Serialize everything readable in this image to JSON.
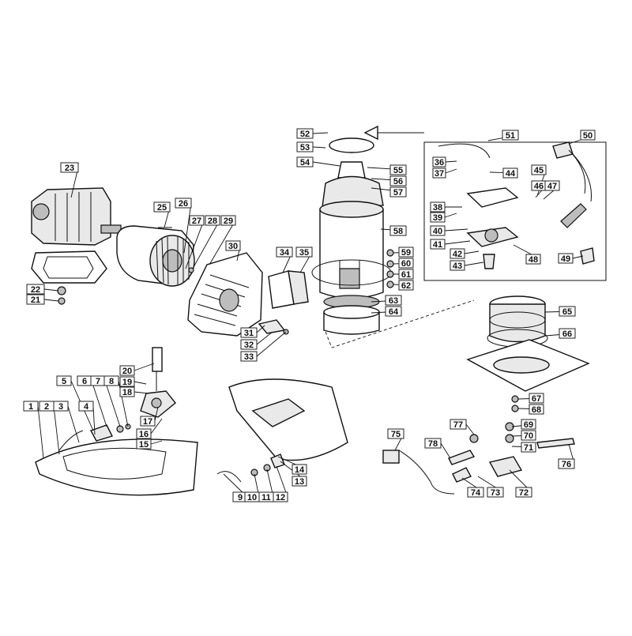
{
  "diagram": {
    "highlight_color": "#f2a46f",
    "highlighted_part": "26",
    "labels": [
      {
        "id": "1",
        "n": "1"
      },
      {
        "id": "2",
        "n": "2"
      },
      {
        "id": "3",
        "n": "3"
      },
      {
        "id": "4",
        "n": "4"
      },
      {
        "id": "5",
        "n": "5"
      },
      {
        "id": "6",
        "n": "6"
      },
      {
        "id": "7",
        "n": "7"
      },
      {
        "id": "8",
        "n": "8"
      },
      {
        "id": "9",
        "n": "9"
      },
      {
        "id": "10",
        "n": "10"
      },
      {
        "id": "11",
        "n": "11"
      },
      {
        "id": "12",
        "n": "12"
      },
      {
        "id": "13",
        "n": "13"
      },
      {
        "id": "14",
        "n": "14"
      },
      {
        "id": "15",
        "n": "15"
      },
      {
        "id": "16",
        "n": "16"
      },
      {
        "id": "17",
        "n": "17"
      },
      {
        "id": "18",
        "n": "18"
      },
      {
        "id": "19",
        "n": "19"
      },
      {
        "id": "20",
        "n": "20"
      },
      {
        "id": "21",
        "n": "21"
      },
      {
        "id": "22",
        "n": "22"
      },
      {
        "id": "23",
        "n": "23"
      },
      {
        "id": "25",
        "n": "25"
      },
      {
        "id": "26",
        "n": "26"
      },
      {
        "id": "27",
        "n": "27"
      },
      {
        "id": "28",
        "n": "28"
      },
      {
        "id": "29",
        "n": "29"
      },
      {
        "id": "30",
        "n": "30"
      },
      {
        "id": "31",
        "n": "31"
      },
      {
        "id": "32",
        "n": "32"
      },
      {
        "id": "33",
        "n": "33"
      },
      {
        "id": "34",
        "n": "34"
      },
      {
        "id": "35",
        "n": "35"
      },
      {
        "id": "36",
        "n": "36"
      },
      {
        "id": "37",
        "n": "37"
      },
      {
        "id": "38",
        "n": "38"
      },
      {
        "id": "39",
        "n": "39"
      },
      {
        "id": "40",
        "n": "40"
      },
      {
        "id": "41",
        "n": "41"
      },
      {
        "id": "42",
        "n": "42"
      },
      {
        "id": "43",
        "n": "43"
      },
      {
        "id": "44",
        "n": "44"
      },
      {
        "id": "45",
        "n": "45"
      },
      {
        "id": "46",
        "n": "46"
      },
      {
        "id": "47",
        "n": "47"
      },
      {
        "id": "48",
        "n": "48"
      },
      {
        "id": "49",
        "n": "49"
      },
      {
        "id": "50",
        "n": "50"
      },
      {
        "id": "51",
        "n": "51"
      },
      {
        "id": "52",
        "n": "52"
      },
      {
        "id": "53",
        "n": "53"
      },
      {
        "id": "54",
        "n": "54"
      },
      {
        "id": "55",
        "n": "55"
      },
      {
        "id": "56",
        "n": "56"
      },
      {
        "id": "57",
        "n": "57"
      },
      {
        "id": "58",
        "n": "58"
      },
      {
        "id": "59",
        "n": "59"
      },
      {
        "id": "60",
        "n": "60"
      },
      {
        "id": "61",
        "n": "61"
      },
      {
        "id": "62",
        "n": "62"
      },
      {
        "id": "63",
        "n": "63"
      },
      {
        "id": "64",
        "n": "64"
      },
      {
        "id": "65",
        "n": "65"
      },
      {
        "id": "66",
        "n": "66"
      },
      {
        "id": "67",
        "n": "67"
      },
      {
        "id": "68",
        "n": "68"
      },
      {
        "id": "69",
        "n": "69"
      },
      {
        "id": "70",
        "n": "70"
      },
      {
        "id": "71",
        "n": "71"
      },
      {
        "id": "72",
        "n": "72"
      },
      {
        "id": "73",
        "n": "73"
      },
      {
        "id": "74",
        "n": "74"
      },
      {
        "id": "75",
        "n": "75"
      },
      {
        "id": "76",
        "n": "76"
      },
      {
        "id": "77",
        "n": "77"
      },
      {
        "id": "78",
        "n": "78"
      }
    ]
  }
}
